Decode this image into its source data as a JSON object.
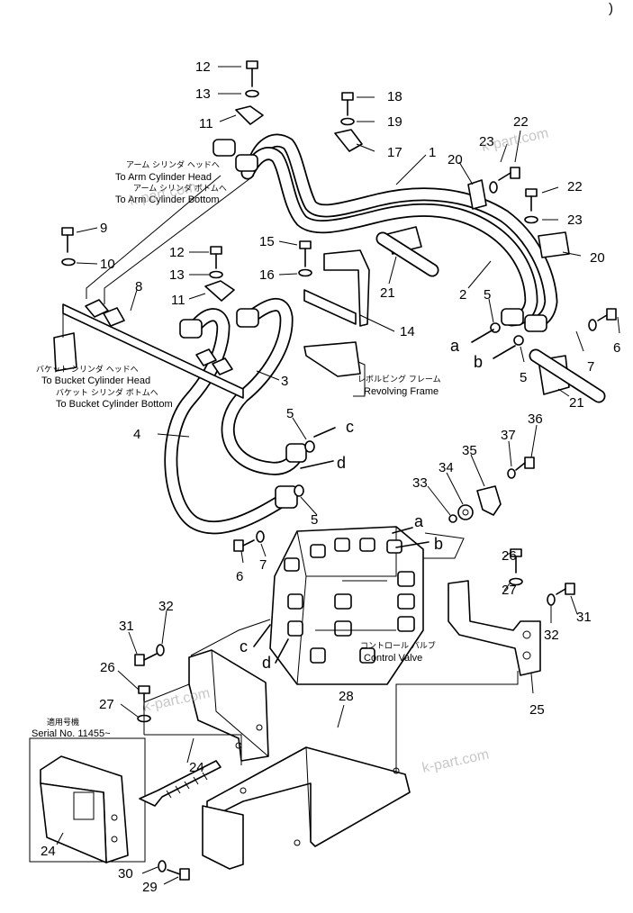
{
  "corner_mark": ")",
  "parts": {
    "p1": "1",
    "p2": "2",
    "p3": "3",
    "p4": "4",
    "p5a": "5",
    "p5b": "5",
    "p5c": "5",
    "p5d": "5",
    "p6a": "6",
    "p6b": "6",
    "p7a": "7",
    "p7b": "7",
    "p8": "8",
    "p9": "9",
    "p10": "10",
    "p11a": "11",
    "p11b": "11",
    "p12a": "12",
    "p12b": "12",
    "p13a": "13",
    "p13b": "13",
    "p14": "14",
    "p15": "15",
    "p16": "16",
    "p17": "17",
    "p18": "18",
    "p19": "19",
    "p20a": "20",
    "p20b": "20",
    "p21a": "21",
    "p21b": "21",
    "p22a": "22",
    "p22b": "22",
    "p23a": "23",
    "p23b": "23",
    "p24a": "24",
    "p24b": "24",
    "p25": "25",
    "p26a": "26",
    "p26b": "26",
    "p27a": "27",
    "p27b": "27",
    "p28": "28",
    "p29": "29",
    "p30": "30",
    "p31a": "31",
    "p31b": "31",
    "p32a": "32",
    "p32b": "32",
    "p33": "33",
    "p34": "34",
    "p35": "35",
    "p36": "36",
    "p37": "37"
  },
  "connectors": {
    "a1": "a",
    "b1": "b",
    "c1": "c",
    "d1": "d",
    "a2": "a",
    "b2": "b",
    "c2": "c",
    "d2": "d"
  },
  "labels": {
    "arm_head_jp": "アーム シリンダ ヘッドへ",
    "arm_head_en": "To Arm Cylinder Head",
    "arm_bottom_jp": "アーム シリンダ ボトムへ",
    "arm_bottom_en": "To Arm Cylinder Bottom",
    "bucket_head_jp": "バケット シリンダ ヘッドへ",
    "bucket_head_en": "To Bucket Cylinder Head",
    "bucket_bottom_jp": "バケット シリンダ ボトムへ",
    "bucket_bottom_en": "To Bucket Cylinder Bottom",
    "revolving_jp": "レボルビング フレーム",
    "revolving_en": "Revolving Frame",
    "control_valve_jp": "コントロール バルブ",
    "control_valve_en": "Control Valve",
    "serial_jp": "適用号機",
    "serial_en": "Serial No. 11455~"
  },
  "watermarks": [
    "k-part.com",
    "k-part.com",
    "k-part.com",
    "k-part.com"
  ]
}
